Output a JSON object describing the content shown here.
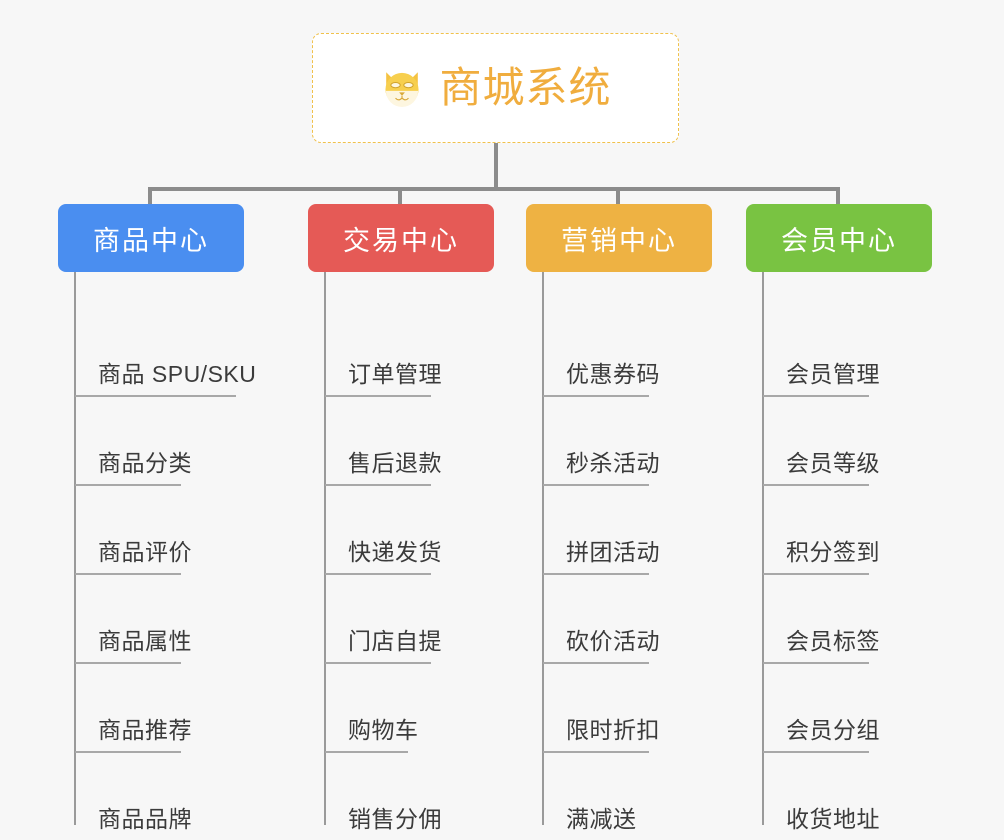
{
  "canvas": {
    "background": "#f7f7f7",
    "connector_color": "#8c8c8c"
  },
  "root": {
    "title": "商城系统",
    "icon": "dog-face-emoji",
    "text_color": "#f0ad3e",
    "border_color": "#f0c14b",
    "background": "#ffffff"
  },
  "branches": [
    {
      "label": "商品中心",
      "color": "#4a8ef0",
      "leaves": [
        "商品 SPU/SKU",
        "商品分类",
        "商品评价",
        "商品属性",
        "商品推荐",
        "商品品牌"
      ]
    },
    {
      "label": "交易中心",
      "color": "#e55a56",
      "leaves": [
        "订单管理",
        "售后退款",
        "快递发货",
        "门店自提",
        "购物车",
        "销售分佣"
      ]
    },
    {
      "label": "营销中心",
      "color": "#eeb243",
      "leaves": [
        "优惠券码",
        "秒杀活动",
        "拼团活动",
        "砍价活动",
        "限时折扣",
        "满减送"
      ]
    },
    {
      "label": "会员中心",
      "color": "#79c342",
      "leaves": [
        "会员管理",
        "会员等级",
        "积分签到",
        "会员标签",
        "会员分组",
        "收货地址"
      ]
    }
  ]
}
